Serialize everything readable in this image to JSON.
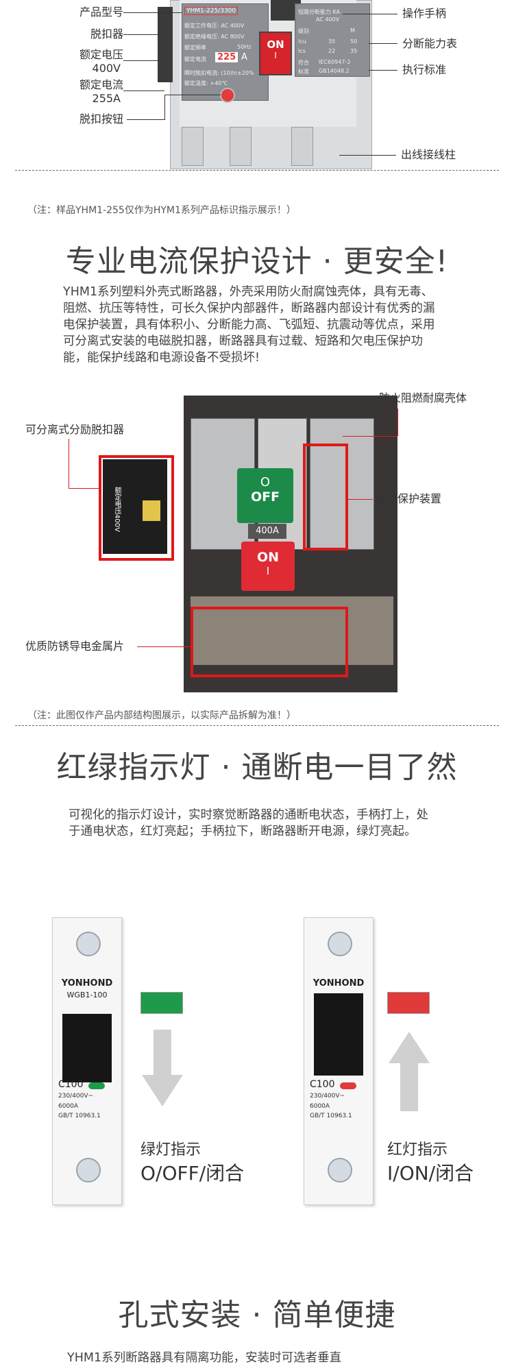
{
  "section1": {
    "labels_left": [
      "产品型号",
      "脱扣器",
      "额定电压",
      "400V",
      "额定电流",
      "255A",
      "脱扣按钮"
    ],
    "labels_right": [
      "操作手柄",
      "分断能力表",
      "执行标准",
      "出线接线柱"
    ],
    "plate_text": {
      "model": "YHM1-225/3300",
      "row1": "额定工作电压: AC 400V",
      "row2": "额定绝缘电压: AC 800V",
      "row3": "额定频率",
      "row3_val": "50Hz",
      "row4": "额定电流",
      "row4_val": "225",
      "row4_unit": "A",
      "row5": "瞬时脱扣电流: (10)In±20%",
      "row6": "额定温度: +40℃",
      "on_top": "ON",
      "on_bottom": "I",
      "right_title": "短路分断能力 KA",
      "right_sub": "AC 400V",
      "table_h1": "级别",
      "table_h3": "M",
      "icu": "Icu",
      "ics": "Ics",
      "icu1": "35",
      "icu2": "50",
      "ics1": "22",
      "ics2": "35",
      "std1": "符合",
      "std1_val": "IEC60947-2",
      "std2": "标准",
      "std2_val": "GB14048.2"
    },
    "note": "（注：样品YHM1-255仅作为HYM1系列产品标识指示展示！）"
  },
  "section2": {
    "title": "专业电流保护设计 · 更安全!",
    "paragraph": "YHM1系列塑料外壳式断路器，外壳采用防火耐腐蚀壳体，具有无毒、阻燃、抗压等特性，可长久保护内部器件，断路器内部设计有优秀的漏电保护装置，具有体积小、分断能力高、飞弧短、抗震动等优点，采用可分离式安装的电磁脱扣器，断路器具有过载、短路和欠电压保护功能，能保护线路和电源设备不受损坏!",
    "callouts": {
      "shell": "防火阻燃耐腐壳体",
      "shunt": "可分离式分励脱扣器",
      "leak": "漏电保护装置",
      "metal": "优质防锈导电金属片"
    },
    "buttons": {
      "off_symbol": "O",
      "off": "OFF",
      "rating": "400A",
      "on": "ON",
      "on_symbol": "I"
    },
    "shunt_text": "额定电压400V",
    "note": "（注：此图仅作产品内部结构图展示，以实际产品拆解为准！）"
  },
  "section3": {
    "title": "红绿指示灯 · 通断电一目了然",
    "paragraph": "可视化的指示灯设计，实时察觉断路器的通断电状态，手柄打上，处于通电状态，红灯亮起；手柄拉下，断路器断开电源，绿灯亮起。",
    "left": {
      "brand": "YONHOND",
      "model": "WGB1-100",
      "rating": "C100",
      "spec1": "230/400V~",
      "spec2": "6000A",
      "spec3": "GB/T 10963.1",
      "indicator_color": "#1e9a4a",
      "caption1": "绿灯指示",
      "caption2": "O/OFF/闭合"
    },
    "right": {
      "brand": "YONHOND",
      "rating": "C100",
      "spec1": "230/400V~",
      "spec2": "6000A",
      "spec3": "GB/T 10963.1",
      "indicator_color": "#e03a3a",
      "caption1": "红灯指示",
      "caption2": "I/ON/闭合"
    }
  },
  "section4": {
    "title": "孔式安装 · 简单便捷",
    "paragraph": "YHM1系列断路器具有隔离功能，安装时可选者垂直"
  }
}
